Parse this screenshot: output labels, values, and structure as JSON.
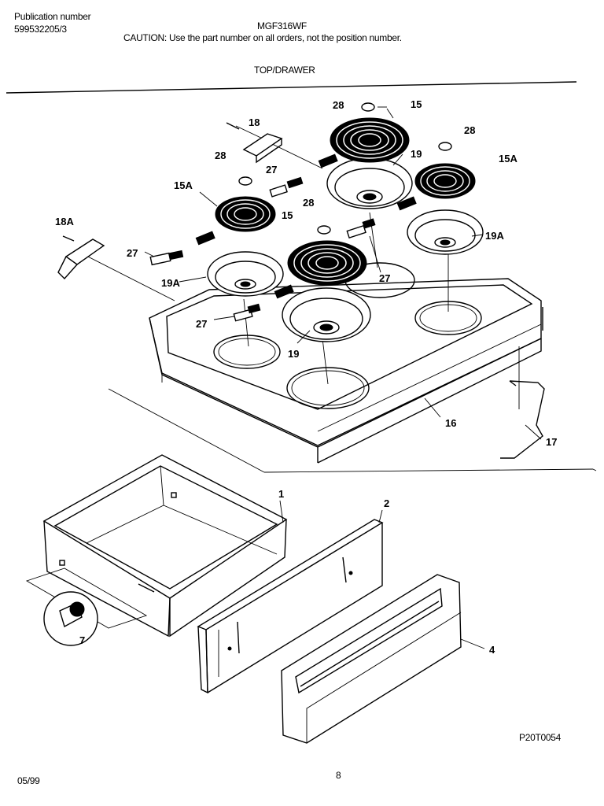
{
  "header": {
    "publication_label": "Publication number",
    "publication_number": "599532205/3",
    "model": "MGF316WF",
    "caution": "CAUTION:  Use the part number on all orders, not the position number.",
    "section_title": "TOP/DRAWER"
  },
  "footer": {
    "date": "05/99",
    "page": "8",
    "diagram_code": "P20T0054"
  },
  "callouts": {
    "c15_top": "15",
    "c28_top": "28",
    "c18": "18",
    "c19_top": "19",
    "c28_right": "28",
    "c15a_right": "15A",
    "c28_left": "28",
    "c27_upper": "27",
    "c15a_left": "15A",
    "c28_mid": "28",
    "c15_mid": "15",
    "c19a_right": "19A",
    "c18a": "18A",
    "c27_left": "27",
    "c27_right": "27",
    "c19a_left": "19A",
    "c27_lower": "27",
    "c19_lower": "19",
    "c16": "16",
    "c17": "17",
    "c1": "1",
    "c2": "2",
    "c7": "7",
    "c4": "4"
  }
}
